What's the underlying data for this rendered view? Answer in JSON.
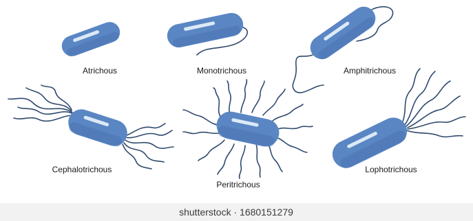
{
  "labels": {
    "atrichous": "Atrichous",
    "monotrichous": "Monotrichous",
    "amphitrichous": "Amphitrichous",
    "cephalotrichous": "Cephalotrichous",
    "peritrichous": "Peritrichous",
    "lophotrichous": "Lophotrichous"
  },
  "credit": "shutterstock · 1680151279",
  "colors": {
    "body": "#5a86c4",
    "body_shade": "#4670ad",
    "highlight": "#dce9f7",
    "flagellum": "#2f4a6e"
  }
}
